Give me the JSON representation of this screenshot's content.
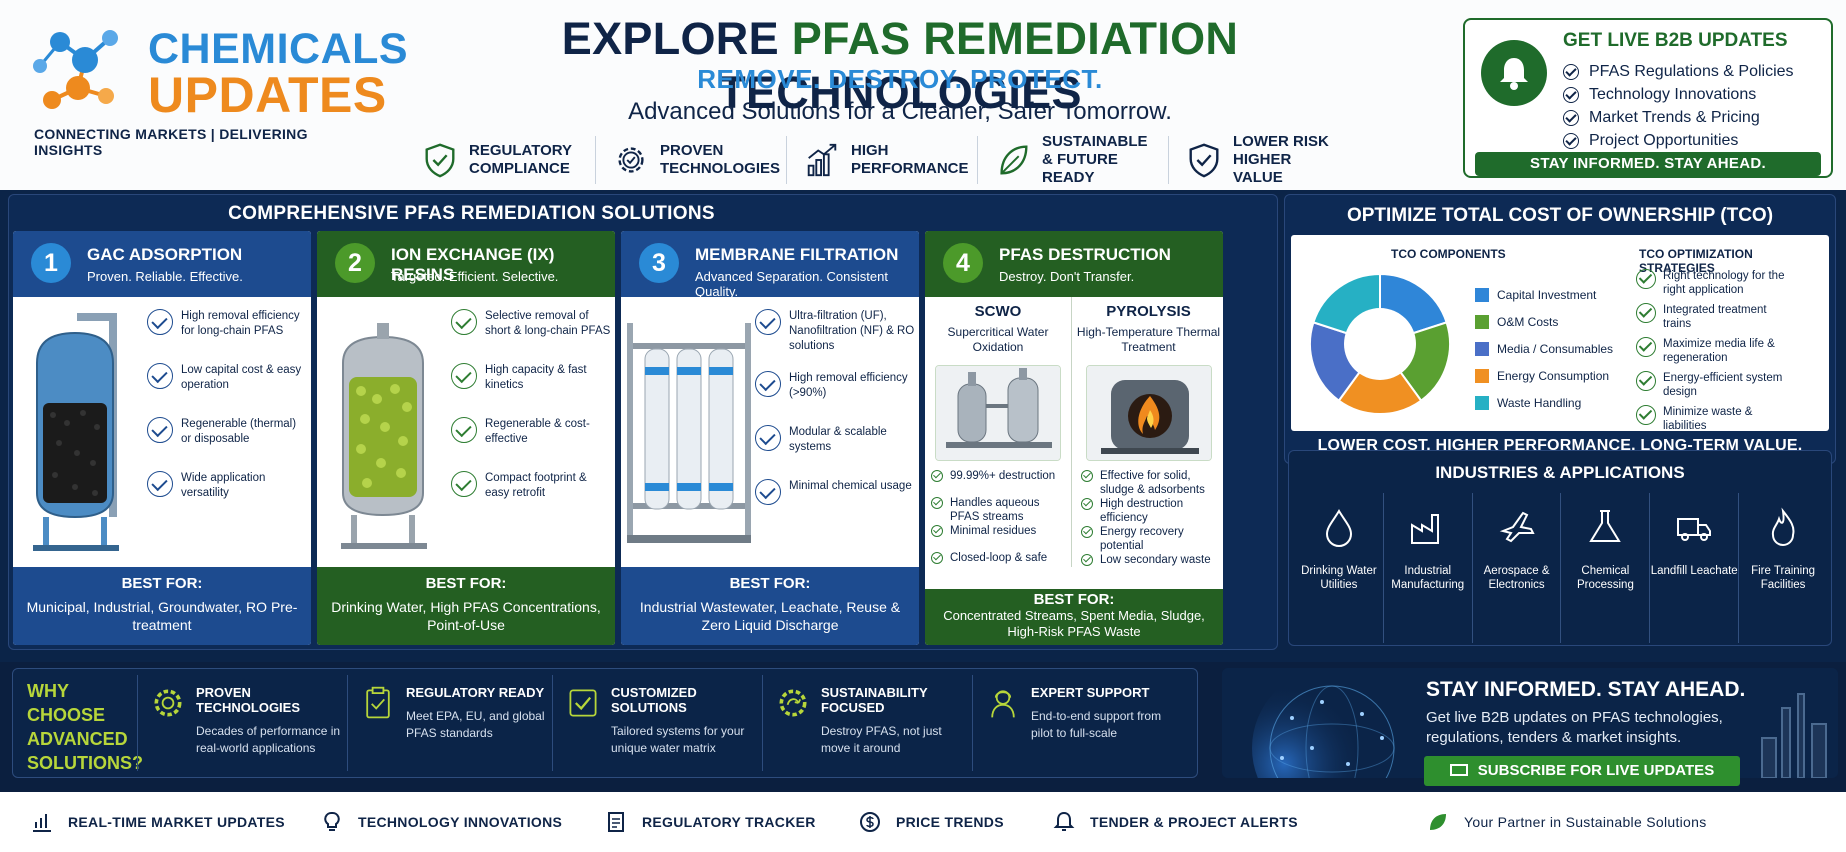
{
  "brand": {
    "logo_line1": "CHEMICALS",
    "logo_line2": "UPDATES",
    "tagline": "CONNECTING MARKETS | DELIVERING INSIGHTS",
    "colors": {
      "navy": "#0f2447",
      "green": "#1f6b2b",
      "blue": "#2a8ad6",
      "orange": "#ee8a1e",
      "lime": "#b7d63a"
    }
  },
  "header": {
    "title_part1": "EXPLORE ",
    "title_green": "PFAS REMEDIATION",
    "title_part2": " TECHNOLOGIES",
    "subtitle": "REMOVE. DESTROY. PROTECT.",
    "description": "Advanced Solutions for a Cleaner, Safer Tomorrow.",
    "badges": [
      {
        "icon": "shield-check-icon",
        "label": "REGULATORY COMPLIANCE"
      },
      {
        "icon": "gear-check-icon",
        "label": "PROVEN TECHNOLOGIES"
      },
      {
        "icon": "chart-up-icon",
        "label": "HIGH PERFORMANCE"
      },
      {
        "icon": "leaf-icon",
        "label": "SUSTAINABLE & FUTURE READY"
      },
      {
        "icon": "shield-check-icon",
        "label": "LOWER RISK HIGHER VALUE"
      }
    ]
  },
  "updates_box": {
    "icon": "bell-icon",
    "title": "GET LIVE B2B UPDATES",
    "items": [
      "PFAS Regulations & Policies",
      "Technology Innovations",
      "Market Trends & Pricing",
      "Project Opportunities"
    ],
    "bar": "STAY INFORMED. STAY AHEAD."
  },
  "solutions": {
    "title": "COMPREHENSIVE PFAS REMEDIATION SOLUTIONS",
    "cards": [
      {
        "num": "1",
        "name": "GAC ADSORPTION",
        "tag": "Proven. Reliable. Effective.",
        "features": [
          "High removal efficiency for long-chain PFAS",
          "Low capital cost & easy operation",
          "Regenerable (thermal) or disposable",
          "Wide application versatility"
        ],
        "best_for_label": "BEST FOR:",
        "best_for": "Municipal, Industrial, Groundwater, RO Pre-treatment"
      },
      {
        "num": "2",
        "name": "ION EXCHANGE (IX) RESINS",
        "tag": "Targeted. Efficient. Selective.",
        "features": [
          "Selective removal of short & long-chain PFAS",
          "High capacity & fast kinetics",
          "Regenerable & cost-effective",
          "Compact footprint & easy retrofit"
        ],
        "best_for_label": "BEST FOR:",
        "best_for": "Drinking Water, High PFAS Concentrations, Point-of-Use"
      },
      {
        "num": "3",
        "name": "MEMBRANE FILTRATION",
        "tag": "Advanced Separation. Consistent Quality.",
        "features": [
          "Ultra-filtration (UF), Nanofiltration (NF) & RO solutions",
          "High removal efficiency (>90%)",
          "Modular & scalable systems",
          "Minimal chemical usage"
        ],
        "best_for_label": "BEST FOR:",
        "best_for": "Industrial Wastewater, Leachate, Reuse & Zero Liquid Discharge"
      },
      {
        "num": "4",
        "name": "PFAS DESTRUCTION",
        "tag": "Destroy. Don't Transfer.",
        "scwo": {
          "title": "SCWO",
          "sub": "Supercritical Water Oxidation",
          "items": [
            "99.99%+ destruction",
            "Handles aqueous PFAS streams",
            "Minimal residues",
            "Closed-loop & safe"
          ]
        },
        "pyro": {
          "title": "PYROLYSIS",
          "sub": "High-Temperature Thermal Treatment",
          "items": [
            "Effective for solid, sludge & adsorbents",
            "High destruction efficiency",
            "Energy recovery potential",
            "Low secondary waste"
          ]
        },
        "best_for_label": "BEST FOR:",
        "best_for": "Concentrated Streams, Spent Media, Sludge, High-Risk PFAS Waste"
      }
    ]
  },
  "tco": {
    "title": "OPTIMIZE TOTAL COST OF OWNERSHIP (TCO)",
    "components_label": "TCO COMPONENTS",
    "strategies_label": "TCO OPTIMIZATION STRATEGIES",
    "components": [
      {
        "label": "Capital Investment",
        "color": "#2f86d8"
      },
      {
        "label": "O&M Costs",
        "color": "#5aa031"
      },
      {
        "label": "Media / Consumables",
        "color": "#4a6fc7"
      },
      {
        "label": "Energy Consumption",
        "color": "#f09022"
      },
      {
        "label": "Waste Handling",
        "color": "#26b0c4"
      }
    ],
    "strategies": [
      "Right technology for the right application",
      "Integrated treatment trains",
      "Maximize media life & regeneration",
      "Energy-efficient system design",
      "Minimize waste & liabilities"
    ],
    "footer": "LOWER COST. HIGHER PERFORMANCE. LONG-TERM VALUE."
  },
  "industries": {
    "title": "INDUSTRIES & APPLICATIONS",
    "items": [
      {
        "icon": "water-drop-icon",
        "label": "Drinking Water Utilities"
      },
      {
        "icon": "factory-icon",
        "label": "Industrial Manufacturing"
      },
      {
        "icon": "airplane-icon",
        "label": "Aerospace & Electronics"
      },
      {
        "icon": "flask-icon",
        "label": "Chemical Processing"
      },
      {
        "icon": "truck-icon",
        "label": "Landfill Leachate"
      },
      {
        "icon": "fire-icon",
        "label": "Fire Training Facilities"
      }
    ]
  },
  "why": {
    "label_lines": [
      "WHY",
      "CHOOSE",
      "ADVANCED",
      "SOLUTIONS?"
    ],
    "items": [
      {
        "icon": "gear-icon",
        "title": "PROVEN TECHNOLOGIES",
        "text": "Decades of performance in real-world applications"
      },
      {
        "icon": "clipboard-check-icon",
        "title": "REGULATORY READY",
        "text": "Meet EPA, EU, and global PFAS standards"
      },
      {
        "icon": "check-box-icon",
        "title": "CUSTOMIZED SOLUTIONS",
        "text": "Tailored systems for your unique water matrix"
      },
      {
        "icon": "recycle-icon",
        "title": "SUSTAINABILITY FOCUSED",
        "text": "Destroy PFAS, not just move it around"
      },
      {
        "icon": "support-person-icon",
        "title": "EXPERT SUPPORT",
        "text": "End-to-end support from pilot to full-scale"
      }
    ]
  },
  "stay": {
    "title": "STAY INFORMED. STAY AHEAD.",
    "text": "Get live B2B updates on PFAS technologies, regulations, tenders & market insights.",
    "button": "SUBSCRIBE FOR LIVE UPDATES"
  },
  "footer": {
    "items": [
      {
        "icon": "bar-chart-icon",
        "label": "REAL-TIME MARKET UPDATES"
      },
      {
        "icon": "lightbulb-icon",
        "label": "TECHNOLOGY INNOVATIONS"
      },
      {
        "icon": "document-icon",
        "label": "REGULATORY TRACKER"
      },
      {
        "icon": "dollar-icon",
        "label": "PRICE TRENDS"
      },
      {
        "icon": "bell-icon",
        "label": "TENDER & PROJECT ALERTS"
      }
    ],
    "partner": "Your Partner in Sustainable Solutions"
  }
}
